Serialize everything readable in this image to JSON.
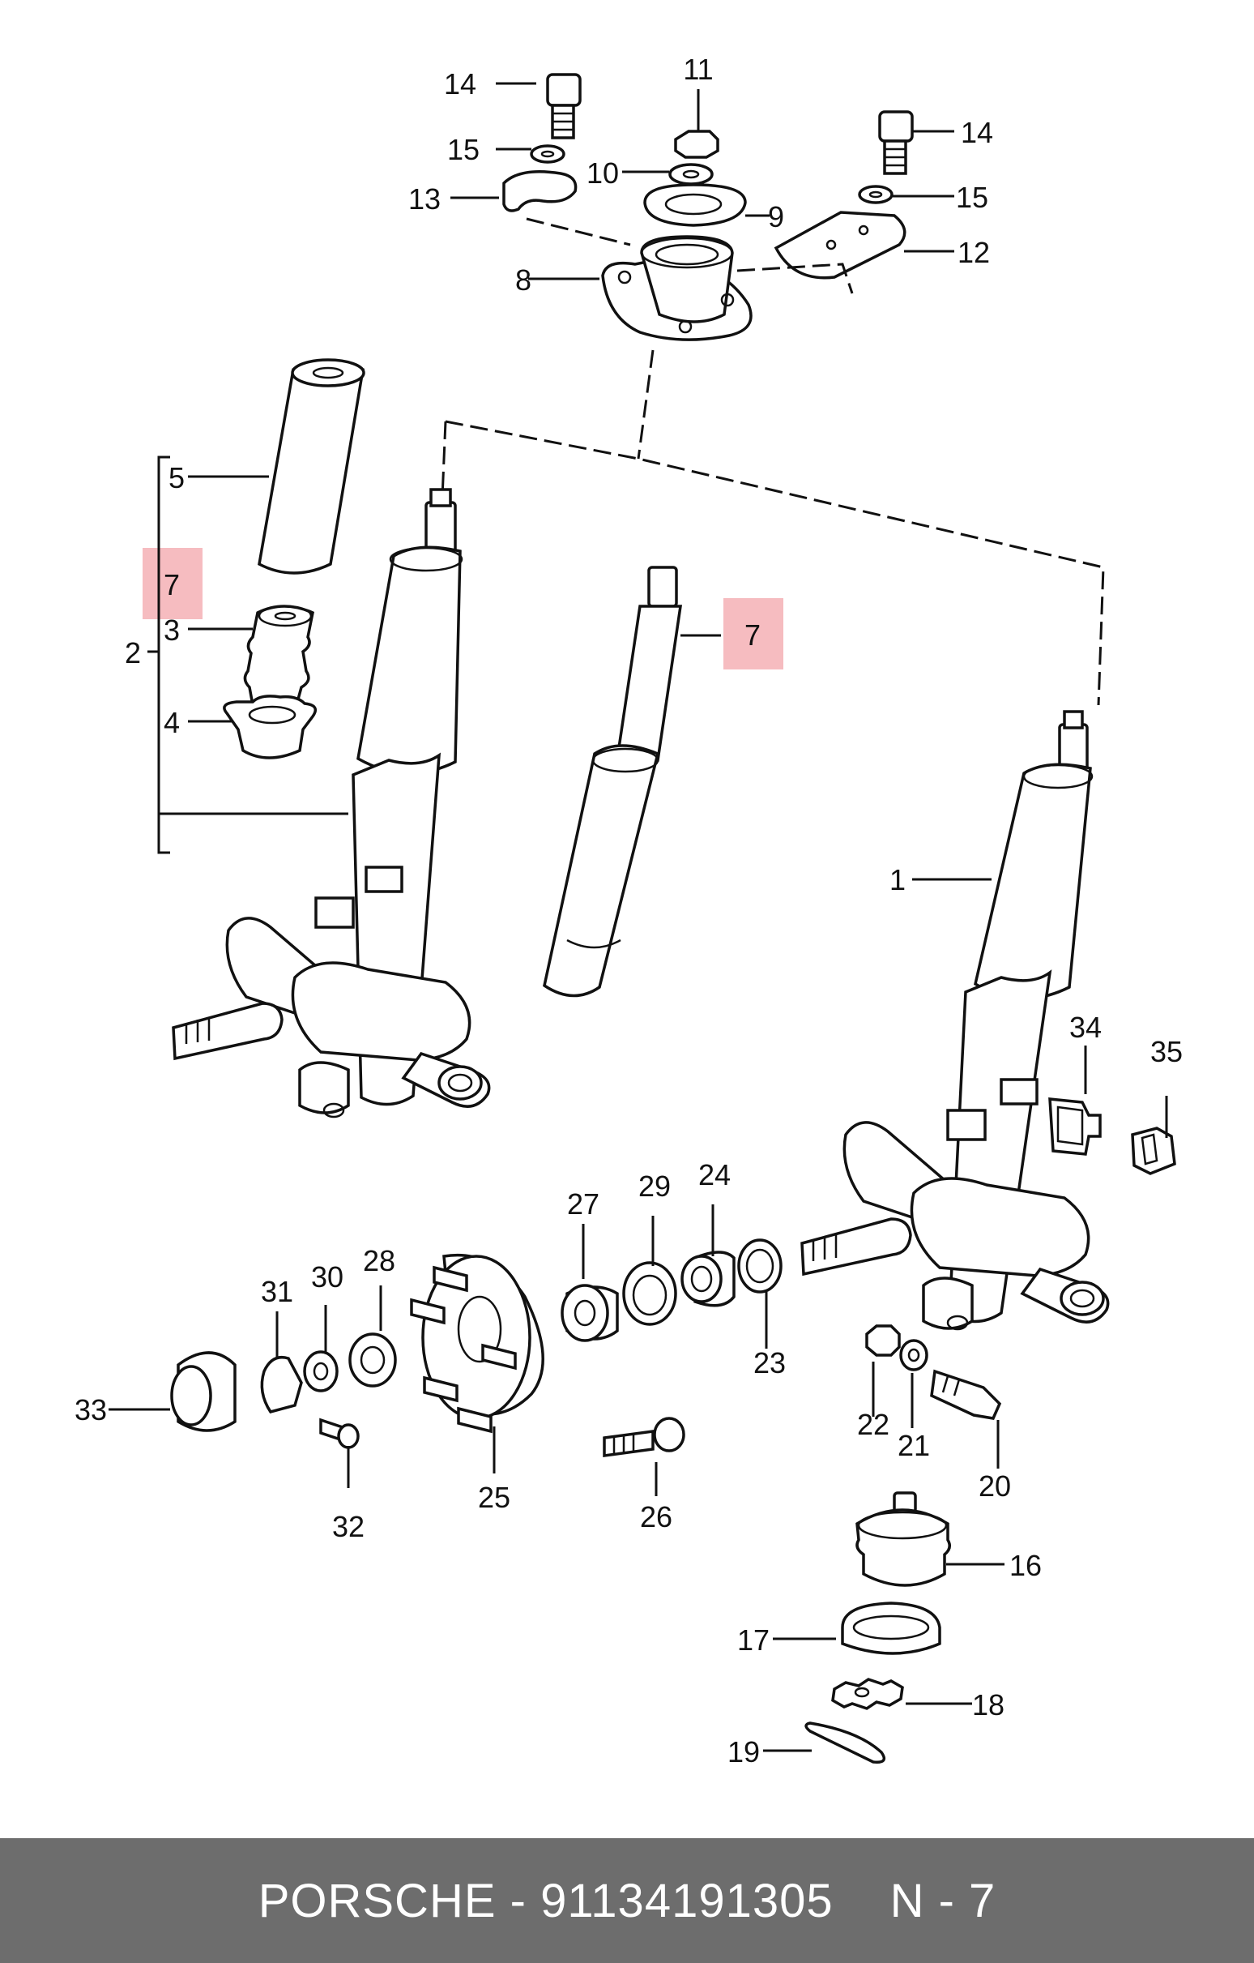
{
  "brand": "PORSCHE",
  "separator": "-",
  "part_number": "91134191305",
  "position_code": "N - 7",
  "highlight_color": "#f08f96",
  "footer_bg": "#6d6d6d",
  "callouts": {
    "c1": "1",
    "c2": "2",
    "c3": "3",
    "c4": "4",
    "c5": "5",
    "c7a": "7",
    "c7b": "7",
    "c8": "8",
    "c9": "9",
    "c10": "10",
    "c11": "11",
    "c12": "12",
    "c13": "13",
    "c14a": "14",
    "c14b": "14",
    "c15a": "15",
    "c15b": "15",
    "c16": "16",
    "c17": "17",
    "c18": "18",
    "c19": "19",
    "c20": "20",
    "c21": "21",
    "c22": "22",
    "c23": "23",
    "c24": "24",
    "c25": "25",
    "c26": "26",
    "c27": "27",
    "c28": "28",
    "c29": "29",
    "c30": "30",
    "c31": "31",
    "c32": "32",
    "c33": "33",
    "c34": "34",
    "c35": "35"
  }
}
